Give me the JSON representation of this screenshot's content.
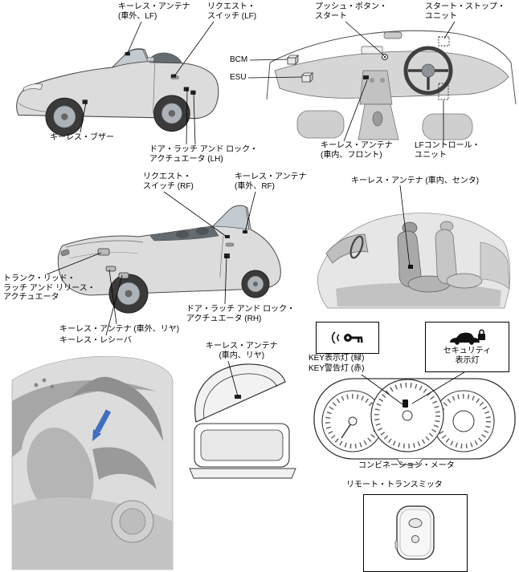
{
  "colors": {
    "arrow_blue": "#3f6fc0",
    "arrow_blue_dark": "#28508f",
    "leader_line": "#000000"
  },
  "icons": {
    "key_indicator": "key-with-signal-icon",
    "security": "car-with-lock-icon",
    "bcm_unit": "module-box-icon",
    "esu_unit": "module-box-icon",
    "remote_fob": "remote-key-fob-icon"
  },
  "sections": {
    "front_exterior": {
      "labels": {
        "keyless_antenna_ext_lf": "キーレス・アンテナ\n(車外、LF)",
        "request_switch_lf": "リクエスト・\nスイッチ (LF)",
        "keyless_buzzer": "キーレス・ブザー",
        "door_latch_lh": "ドア・ラッチ アンド ロック・\nアクチュエータ (LH)"
      }
    },
    "dashboard": {
      "labels": {
        "push_button_start": "プッシュ・ボタン・\nスタート",
        "start_stop_unit": "スタート・ストップ・\nユニット",
        "bcm": "BCM",
        "esu": "ESU",
        "keyless_antenna_int_front": "キーレス・アンテナ\n(車内、フロント)",
        "lf_control_unit": "LFコントロール・\nユニット"
      }
    },
    "rear_exterior": {
      "labels": {
        "request_switch_rf": "リクエスト・\nスイッチ (RF)",
        "keyless_antenna_ext_rf": "キーレス・アンテナ\n(車外、RF)",
        "trunk_lid_latch": "トランク・リッド・\nラッチ アンド リリース・\nアクチュエータ",
        "keyless_antenna_ext_rear": "キーレス・アンテナ (車外、リヤ)",
        "keyless_receiver": "キーレス・レシーバ",
        "door_latch_rh": "ドア・ラッチ アンド ロック・\nアクチュエータ (RH)"
      }
    },
    "interior_center": {
      "labels": {
        "keyless_antenna_int_center": "キーレス・アンテナ (車内、センタ)"
      }
    },
    "trunk_interior": {
      "labels": {
        "keyless_antenna_int_rear": "キーレス・アンテナ\n(車内、リヤ)"
      }
    },
    "meter": {
      "labels": {
        "key_indicator_green": "KEY表示灯 (緑)",
        "key_warning_red": "KEY警告灯 (赤)",
        "security_indicator": "セキュリティ\n表示灯",
        "combination_meter": "コンビネーション・メータ"
      }
    },
    "remote": {
      "labels": {
        "remote_transmitter": "リモート・トランスミッタ"
      }
    }
  }
}
